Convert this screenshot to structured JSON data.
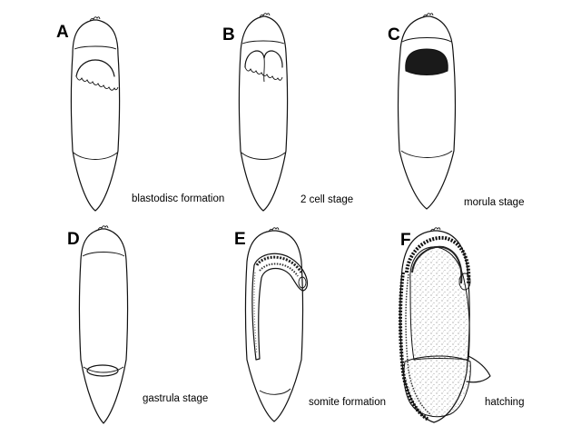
{
  "panels": [
    {
      "letter": "A",
      "caption": "blastodisc formation"
    },
    {
      "letter": "B",
      "caption": "2 cell stage"
    },
    {
      "letter": "C",
      "caption": "morula stage"
    },
    {
      "letter": "D",
      "caption": "gastrula stage"
    },
    {
      "letter": "E",
      "caption": "somite formation"
    },
    {
      "letter": "F",
      "caption": "hatching"
    }
  ]
}
